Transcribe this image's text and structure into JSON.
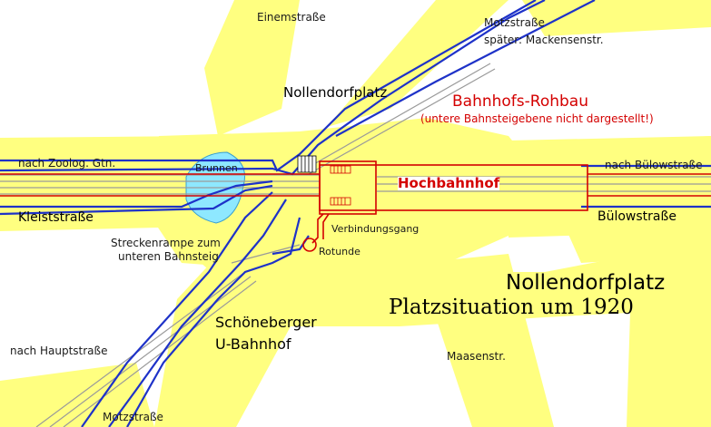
{
  "labels": {
    "einemstrasse": "Einemstraße",
    "motzstrasse_top": "Motzstraße",
    "motzstrasse_top_later": "später: Mackensenstr.",
    "nollendorfplatz_upper": "Nollendorfplatz",
    "rohbau_title": "Bahnhofs-Rohbau",
    "rohbau_note": "(untere Bahnsteigebene nicht dargestellt!)",
    "nach_zoolog": "nach Zoolog. Gtn.",
    "brunnen": "Brunnen",
    "hochbahnhof": "Hochbahnhof",
    "nach_buelowstrasse": "nach Bülowstraße",
    "kleiststrasse": "Kleiststraße",
    "buelowstrasse": "Bülowstraße",
    "verbindungsgang": "Verbindungsgang",
    "rotunde": "Rotunde",
    "streckenrampe_1": "Streckenrampe zum",
    "streckenrampe_2": "unteren Bahnsteig",
    "title_place": "Nollendorfplatz",
    "title_situation": "Platzsituation um 1920",
    "schoeneberger_1": "Schöneberger",
    "schoeneberger_2": "U-Bahnhof",
    "nach_hauptstrasse": "nach Hauptstraße",
    "maasenstr": "Maasenstr.",
    "motzstrasse_bottom": "Motzstraße"
  },
  "colors": {
    "street": "#ffff80",
    "square": "#ffff80",
    "ubahn_line": "#1e32c8",
    "hochbahn_line": "#d40000",
    "track_gray": "#9a9a9a",
    "fountain": "#8ee8ff"
  }
}
